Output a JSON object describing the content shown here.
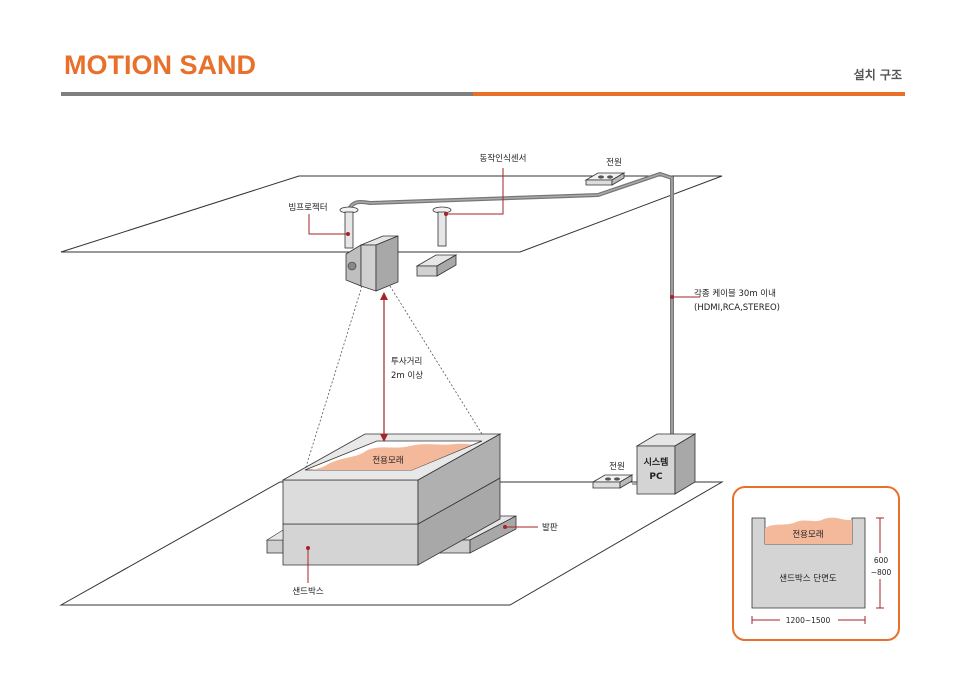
{
  "header": {
    "title": "MOTION SAND",
    "subtitle": "설치 구조"
  },
  "labels": {
    "power_top": "전원",
    "motion_sensor": "동작인식센서",
    "beam_projector": "빔프로젝터",
    "cable_line1": "각종 케이블 30m 이내",
    "cable_line2": "(HDMI,RCA,STEREO)",
    "throw_distance_line1": "투사거리",
    "throw_distance_line2": "2m 이상",
    "special_sand": "전용모래",
    "system_pc_line1": "시스템",
    "system_pc_line2": "PC",
    "power_bottom": "전원",
    "footrest": "발판",
    "sandbox": "샌드박스"
  },
  "cross_section": {
    "sand_label": "전용모래",
    "title": "샌드박스 단면도",
    "height_line1": "600",
    "height_line2": "~800",
    "width": "1200~1500"
  },
  "colors": {
    "accent": "#e8702a",
    "divider_gray": "#7f7f7f",
    "pointer": "#a8232a",
    "sand": "#f4b89a",
    "box": "#d4d4d4"
  }
}
